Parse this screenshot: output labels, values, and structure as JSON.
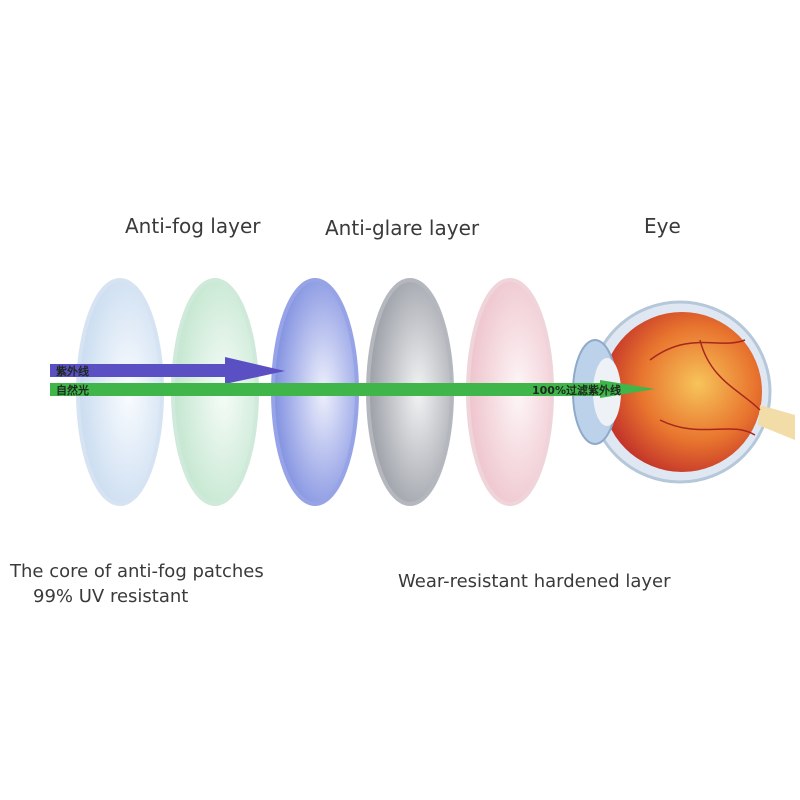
{
  "labels": {
    "anti_fog": "Anti-fog layer",
    "anti_glare": "Anti-glare layer",
    "eye": "Eye",
    "core_line1": "The core of anti-fog patches",
    "core_line2": "99% UV resistant",
    "hardened": "Wear-resistant hardened layer"
  },
  "rays": {
    "uv": "紫外线",
    "natural": "自然光",
    "filtered": "100%过滤紫外线"
  },
  "colors": {
    "uv_arrow": "#5b4fc4",
    "natural_light": "#3fb54a",
    "lens1": "#cfe0f2",
    "lens2": "#cdebd8",
    "lens3": "#8c9ae6",
    "lens4": "#a9adb5",
    "lens5": "#f1cfd6"
  }
}
